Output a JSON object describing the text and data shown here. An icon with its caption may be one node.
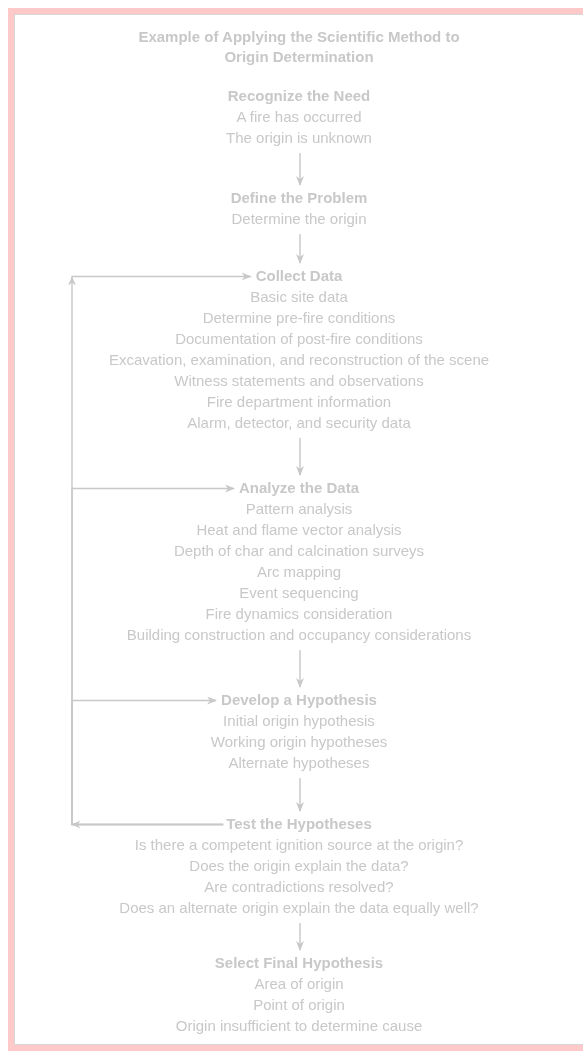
{
  "diagram": {
    "title": "Example of Applying the Scientific Method to Origin Determination",
    "nodes": [
      {
        "text": [
          "Recognize the Need",
          "A fire has occurred",
          "The origin is unknown"
        ]
      },
      {
        "text": [
          "Define the Problem",
          "Determine the origin"
        ]
      },
      {
        "text": [
          "Collect Data",
          "Basic site data",
          "Determine pre-fire conditions",
          "Documentation of post-fire conditions",
          "Excavation, examination, and reconstruction of the scene",
          "Witness statements and observations",
          "Fire department information",
          "Alarm, detector, and security data"
        ]
      },
      {
        "text": [
          "Analyze the Data",
          "Pattern analysis",
          "Heat and flame vector analysis",
          "Depth of char and calcination surveys",
          "Arc mapping",
          "Event sequencing",
          "Fire dynamics consideration",
          "Building construction and occupancy considerations"
        ]
      },
      {
        "text": [
          "Develop a Hypothesis",
          "Initial origin hypothesis",
          "Working origin hypotheses",
          "Alternate hypotheses"
        ]
      },
      {
        "text": [
          "Test the Hypotheses",
          "Is there a competent ignition source at the origin?",
          "Does the origin explain the data?",
          "Are contradictions resolved?",
          "Does an alternate origin explain the data equally well?"
        ]
      },
      {
        "text": [
          "Select Final Hypothesis",
          "Area of origin",
          "Point of origin",
          "Origin insufficient to determine cause"
        ]
      }
    ],
    "edges": [
      {
        "from": 0,
        "to": 1,
        "arrow": "to"
      },
      {
        "from": 1,
        "to": 2,
        "arrow": "to"
      },
      {
        "from": 2,
        "to": 3,
        "arrow": "to"
      },
      {
        "from": 3,
        "to": 4,
        "arrow": "to"
      },
      {
        "from": 4,
        "to": 5,
        "arrow": "to"
      },
      {
        "from": 5,
        "to": 6,
        "arrow": "to"
      },
      {
        "from": 5,
        "to": 2,
        "arrow": "to"
      },
      {
        "from": 5,
        "to": 3,
        "arrow": "to"
      },
      {
        "from": 5,
        "to": 4,
        "arrow": "to"
      }
    ]
  }
}
